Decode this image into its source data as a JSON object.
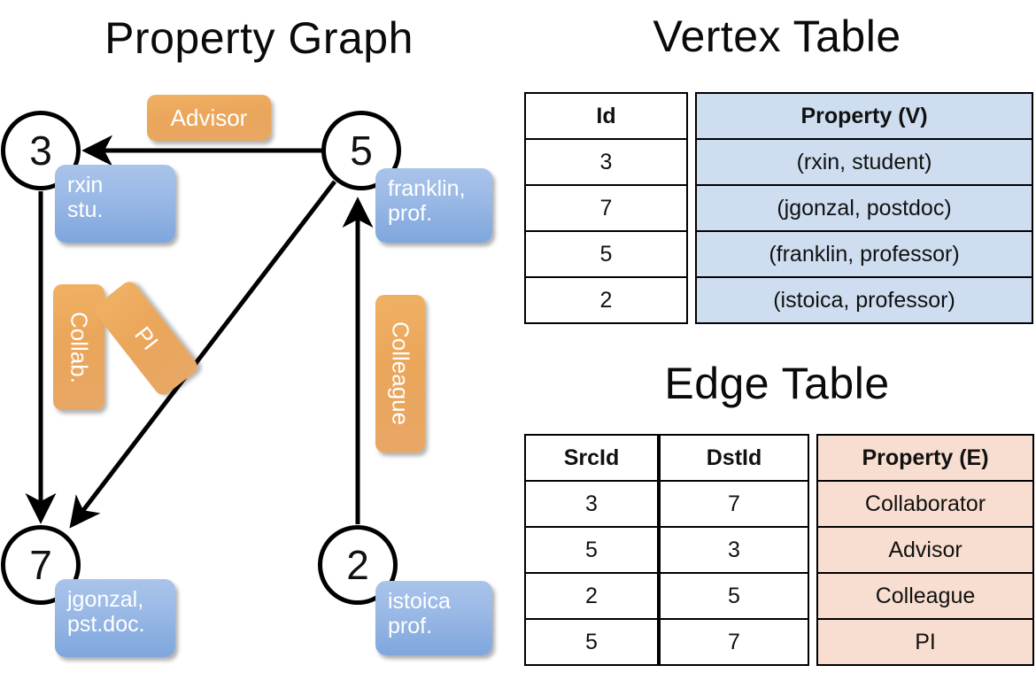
{
  "titles": {
    "property_graph": "Property Graph",
    "vertex_table": "Vertex Table",
    "edge_table": "Edge Table"
  },
  "colors": {
    "vertex_property_fill": "#cedef0",
    "edge_property_fill": "#f8ded0",
    "vertex_box_blue": "#7fa6dd",
    "edge_label_orange": "#eaa65a",
    "stroke": "#000000",
    "page_background": "#ffffff"
  },
  "graph": {
    "nodes": [
      {
        "id": "3",
        "label": "3",
        "property_lines": [
          "rxin",
          "stu."
        ]
      },
      {
        "id": "5",
        "label": "5",
        "property_lines": [
          "franklin,",
          "prof."
        ]
      },
      {
        "id": "7",
        "label": "7",
        "property_lines": [
          "jgonzal,",
          "pst.doc."
        ]
      },
      {
        "id": "2",
        "label": "2",
        "property_lines": [
          "istoica",
          "prof."
        ]
      }
    ],
    "edges": [
      {
        "src": "5",
        "dst": "3",
        "label": "Advisor",
        "orientation": "horizontal"
      },
      {
        "src": "3",
        "dst": "7",
        "label": "Collab.",
        "orientation": "vertical"
      },
      {
        "src": "5",
        "dst": "7",
        "label": "PI",
        "orientation": "diagonal"
      },
      {
        "src": "2",
        "dst": "5",
        "label": "Colleague",
        "orientation": "vertical"
      }
    ]
  },
  "vertex_table": {
    "headers": [
      "Id",
      "Property (V)"
    ],
    "rows": [
      [
        "3",
        "(rxin, student)"
      ],
      [
        "7",
        "(jgonzal, postdoc)"
      ],
      [
        "5",
        "(franklin, professor)"
      ],
      [
        "2",
        "(istoica, professor)"
      ]
    ]
  },
  "edge_table": {
    "headers": [
      "SrcId",
      "DstId",
      "Property (E)"
    ],
    "rows": [
      [
        "3",
        "7",
        "Collaborator"
      ],
      [
        "5",
        "3",
        "Advisor"
      ],
      [
        "2",
        "5",
        "Colleague"
      ],
      [
        "5",
        "7",
        "PI"
      ]
    ]
  }
}
